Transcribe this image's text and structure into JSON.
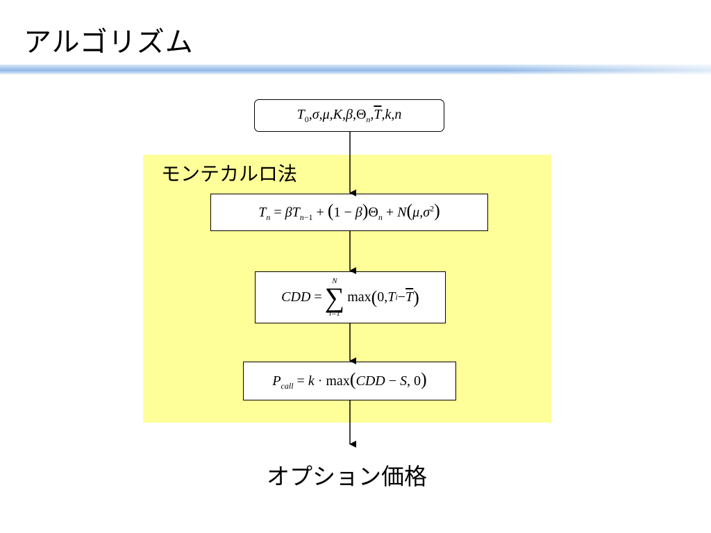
{
  "slide": {
    "title": "アルゴリズム"
  },
  "monte_carlo": {
    "label": "モンテカルロ法"
  },
  "result": {
    "label": "オプション価格"
  }
}
